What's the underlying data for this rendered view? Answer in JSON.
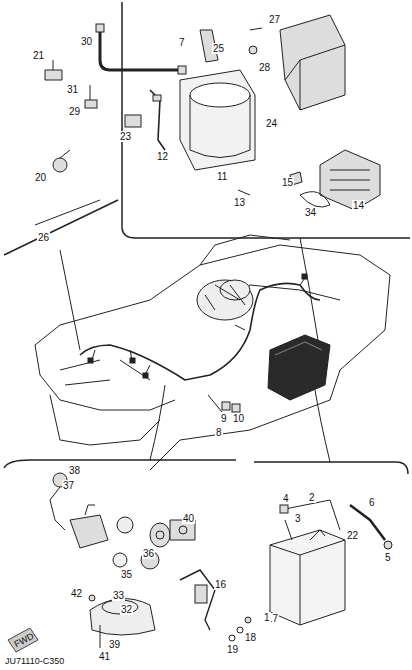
{
  "diagram": {
    "labels": [
      "27",
      "30",
      "7",
      "25",
      "28",
      "21",
      "24",
      "31",
      "29",
      "23",
      "12",
      "20",
      "11",
      "15",
      "13",
      "26",
      "34",
      "14",
      "9",
      "10",
      "8",
      "38",
      "4",
      "2",
      "6",
      "37",
      "40",
      "3",
      "22",
      "5",
      "36",
      "16",
      "35",
      "42",
      "33",
      "17",
      "32",
      "18",
      "19",
      "1",
      "41",
      "39",
      "FWD",
      "JU71110-C350"
    ]
  }
}
